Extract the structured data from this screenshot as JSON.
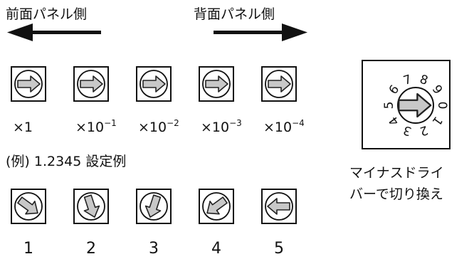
{
  "labels": {
    "front_panel": "前面パネル側",
    "rear_panel": "背面パネル側",
    "example": "(例) 1.2345 設定例",
    "driver_line1": "マイナスドライ",
    "driver_line2": "バーで切り換え"
  },
  "multipliers": [
    {
      "base": "×1",
      "exp": ""
    },
    {
      "base": "×10",
      "exp": "−1"
    },
    {
      "base": "×10",
      "exp": "−2"
    },
    {
      "base": "×10",
      "exp": "−3"
    },
    {
      "base": "×10",
      "exp": "−4"
    }
  ],
  "example_digits": [
    {
      "label": "1",
      "value": 1
    },
    {
      "label": "2",
      "value": 2
    },
    {
      "label": "3",
      "value": 3
    },
    {
      "label": "4",
      "value": 4
    },
    {
      "label": "5",
      "value": 5
    }
  ],
  "dial_numbers": [
    "0",
    "1",
    "2",
    "3",
    "4",
    "5",
    "6",
    "7",
    "8",
    "9"
  ]
}
